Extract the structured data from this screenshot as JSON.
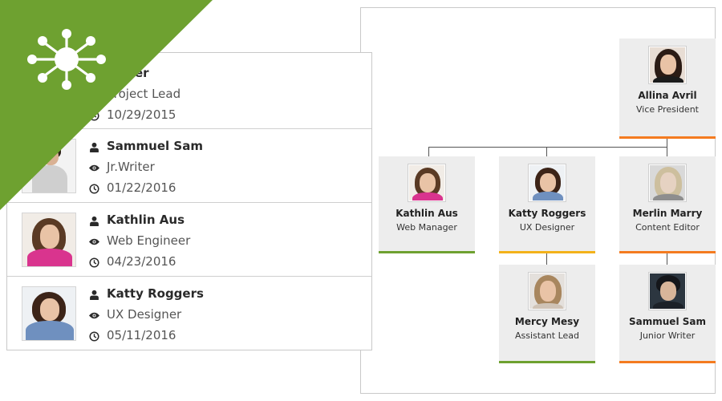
{
  "colors": {
    "ribbon": "#6ea130",
    "accent_orange": "#f47b20",
    "accent_green": "#6ea130",
    "accent_yellow": "#f3b21b",
    "connector": "#555555"
  },
  "ribbon": {
    "icon": "network-hub-icon"
  },
  "employees": [
    {
      "name": "Fisher",
      "role": "Project Lead",
      "date": "10/29/2015",
      "icons": [
        "user-icon",
        "eye-icon",
        "clock-icon"
      ]
    },
    {
      "name": "Sammuel Sam",
      "role": "Jr.Writer",
      "date": "01/22/2016",
      "icons": [
        "user-icon",
        "eye-icon",
        "clock-icon"
      ]
    },
    {
      "name": "Kathlin Aus",
      "role": "Web Engineer",
      "date": "04/23/2016",
      "icons": [
        "user-icon",
        "eye-icon",
        "clock-icon"
      ]
    },
    {
      "name": "Katty Roggers",
      "role": "UX Designer",
      "date": "05/11/2016",
      "icons": [
        "user-icon",
        "eye-icon",
        "clock-icon"
      ]
    }
  ],
  "org_chart": {
    "root": {
      "name": "Allina Avril",
      "role": "Vice President",
      "accent": "#f47b20"
    },
    "level1": [
      {
        "name": "Kathlin Aus",
        "role": "Web Manager",
        "accent": "#6ea130"
      },
      {
        "name": "Katty Roggers",
        "role": "UX Designer",
        "accent": "#f3b21b"
      },
      {
        "name": "Merlin Marry",
        "role": "Content Editor",
        "accent": "#f47b20"
      }
    ],
    "level2": [
      {
        "name": "Mercy Mesy",
        "role": "Assistant Lead",
        "accent": "#6ea130"
      },
      {
        "name": "Sammuel Sam",
        "role": "Junior Writer",
        "accent": "#f47b20"
      }
    ]
  }
}
